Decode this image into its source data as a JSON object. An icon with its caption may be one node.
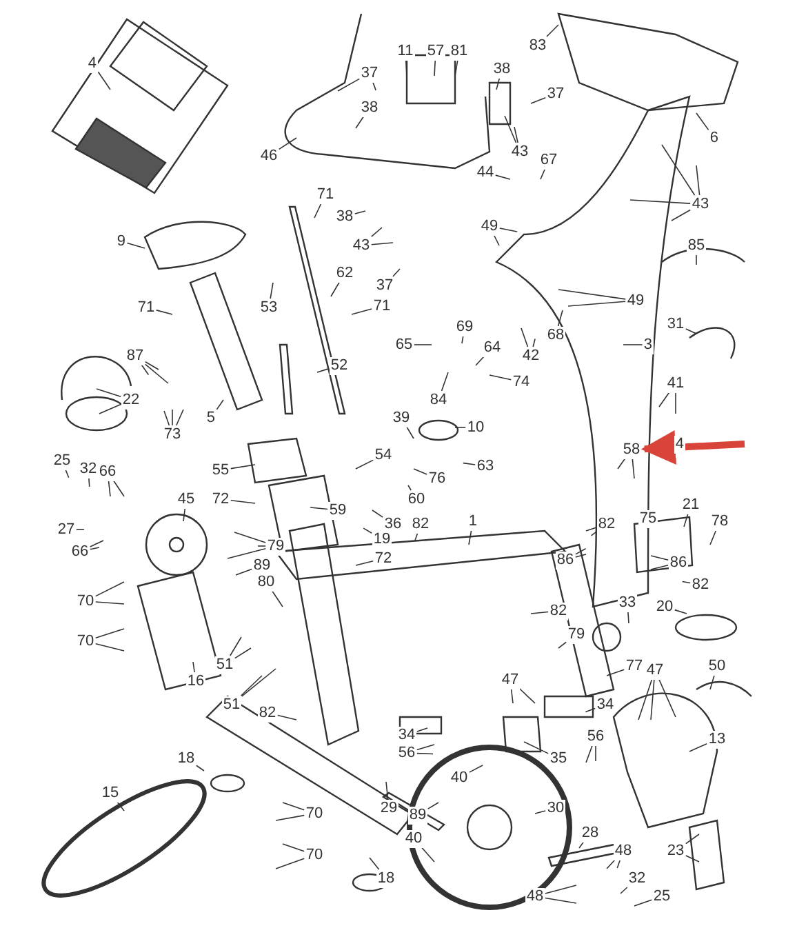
{
  "diagram": {
    "nodes": [
      {
        "text": [
          "4"
        ]
      },
      {
        "text": [
          "46"
        ]
      },
      {
        "text": [
          "37"
        ]
      },
      {
        "text": [
          "38"
        ]
      },
      {
        "text": [
          "11"
        ]
      },
      {
        "text": [
          "57"
        ]
      },
      {
        "text": [
          "81"
        ]
      },
      {
        "text": [
          "38"
        ]
      },
      {
        "text": [
          "37"
        ]
      },
      {
        "text": [
          "43"
        ]
      },
      {
        "text": [
          "83"
        ]
      },
      {
        "text": [
          "6"
        ]
      },
      {
        "text": [
          "43"
        ]
      },
      {
        "text": [
          "44"
        ]
      },
      {
        "text": [
          "67"
        ]
      },
      {
        "text": [
          "71"
        ]
      },
      {
        "text": [
          "38"
        ]
      },
      {
        "text": [
          "43"
        ]
      },
      {
        "text": [
          "37"
        ]
      },
      {
        "text": [
          "9"
        ]
      },
      {
        "text": [
          "62"
        ]
      },
      {
        "text": [
          "71"
        ]
      },
      {
        "text": [
          "53"
        ]
      },
      {
        "text": [
          "71"
        ]
      },
      {
        "text": [
          "49"
        ]
      },
      {
        "text": [
          "49"
        ]
      },
      {
        "text": [
          "68"
        ]
      },
      {
        "text": [
          "42"
        ]
      },
      {
        "text": [
          "85"
        ]
      },
      {
        "text": [
          "3"
        ]
      },
      {
        "text": [
          "31"
        ]
      },
      {
        "text": [
          "69"
        ]
      },
      {
        "text": [
          "65"
        ]
      },
      {
        "text": [
          "64"
        ]
      },
      {
        "text": [
          "74"
        ]
      },
      {
        "text": [
          "84"
        ]
      },
      {
        "text": [
          "87"
        ]
      },
      {
        "text": [
          "22"
        ]
      },
      {
        "text": [
          "5"
        ]
      },
      {
        "text": [
          "73"
        ]
      },
      {
        "text": [
          "52"
        ]
      },
      {
        "text": [
          "41"
        ]
      },
      {
        "text": [
          "10"
        ]
      },
      {
        "text": [
          "39"
        ]
      },
      {
        "text": [
          "58"
        ]
      },
      {
        "text": [
          "63"
        ]
      },
      {
        "text": [
          "76"
        ]
      },
      {
        "text": [
          "60"
        ]
      },
      {
        "text": [
          "54"
        ]
      },
      {
        "text": [
          "55"
        ]
      },
      {
        "text": [
          "72"
        ]
      },
      {
        "text": [
          "59"
        ]
      },
      {
        "text": [
          "25"
        ]
      },
      {
        "text": [
          "32"
        ]
      },
      {
        "text": [
          "66"
        ]
      },
      {
        "text": [
          "45"
        ]
      },
      {
        "text": [
          "27"
        ]
      },
      {
        "text": [
          "66"
        ]
      },
      {
        "text": [
          "79"
        ]
      },
      {
        "text": [
          "36"
        ]
      },
      {
        "text": [
          "19"
        ]
      },
      {
        "text": [
          "72"
        ]
      },
      {
        "text": [
          "82"
        ]
      },
      {
        "text": [
          "1"
        ]
      },
      {
        "text": [
          "82"
        ]
      },
      {
        "text": [
          "75"
        ]
      },
      {
        "text": [
          "21"
        ]
      },
      {
        "text": [
          "78"
        ]
      },
      {
        "text": [
          "86"
        ]
      },
      {
        "text": [
          "86"
        ]
      },
      {
        "text": [
          "82"
        ]
      },
      {
        "text": [
          "89"
        ]
      },
      {
        "text": [
          "80"
        ]
      },
      {
        "text": [
          "70"
        ]
      },
      {
        "text": [
          "70"
        ]
      },
      {
        "text": [
          "82"
        ]
      },
      {
        "text": [
          "33"
        ]
      },
      {
        "text": [
          "20"
        ]
      },
      {
        "text": [
          "79"
        ]
      },
      {
        "text": [
          "51"
        ]
      },
      {
        "text": [
          "16"
        ]
      },
      {
        "text": [
          "51"
        ]
      },
      {
        "text": [
          "82"
        ]
      },
      {
        "text": [
          "77"
        ]
      },
      {
        "text": [
          "47"
        ]
      },
      {
        "text": [
          "47"
        ]
      },
      {
        "text": [
          "50"
        ]
      },
      {
        "text": [
          "34"
        ]
      },
      {
        "text": [
          "34"
        ]
      },
      {
        "text": [
          "56"
        ]
      },
      {
        "text": [
          "56"
        ]
      },
      {
        "text": [
          "35"
        ]
      },
      {
        "text": [
          "13"
        ]
      },
      {
        "text": [
          "18"
        ]
      },
      {
        "text": [
          "40"
        ]
      },
      {
        "text": [
          "29"
        ]
      },
      {
        "text": [
          "89"
        ]
      },
      {
        "text": [
          "30"
        ]
      },
      {
        "text": [
          "28"
        ]
      },
      {
        "text": [
          "23"
        ]
      },
      {
        "text": [
          "48"
        ]
      },
      {
        "text": [
          "32"
        ]
      },
      {
        "text": [
          "25"
        ]
      },
      {
        "text": [
          "48"
        ]
      },
      {
        "text": [
          "40"
        ]
      },
      {
        "text": [
          "15"
        ]
      },
      {
        "text": [
          "70"
        ]
      },
      {
        "text": [
          "70"
        ]
      },
      {
        "text": [
          "18"
        ]
      }
    ],
    "edges": [
      {
        "from": 0,
        "to": null,
        "arrow": "none"
      },
      {
        "from": 1,
        "to": null,
        "arrow": "none"
      },
      {
        "from": 2,
        "to": null,
        "arrow": "none"
      },
      {
        "from": 2,
        "to": null,
        "arrow": "none"
      },
      {
        "from": 3,
        "to": null,
        "arrow": "none"
      },
      {
        "from": 4,
        "to": null,
        "arrow": "none"
      },
      {
        "from": 5,
        "to": null,
        "arrow": "none"
      },
      {
        "from": 6,
        "to": null,
        "arrow": "none"
      },
      {
        "from": 7,
        "to": null,
        "arrow": "none"
      },
      {
        "from": 8,
        "to": null,
        "arrow": "none"
      },
      {
        "from": 9,
        "to": null,
        "arrow": "none"
      },
      {
        "from": 9,
        "to": null,
        "arrow": "none"
      },
      {
        "from": 10,
        "to": null,
        "arrow": "none"
      },
      {
        "from": 11,
        "to": null,
        "arrow": "none"
      },
      {
        "from": 12,
        "to": null,
        "arrow": "none"
      },
      {
        "from": 12,
        "to": null,
        "arrow": "none"
      },
      {
        "from": 12,
        "to": null,
        "arrow": "none"
      },
      {
        "from": 12,
        "to": null,
        "arrow": "none"
      },
      {
        "from": 13,
        "to": null,
        "arrow": "none"
      },
      {
        "from": 14,
        "to": null,
        "arrow": "none"
      },
      {
        "from": 15,
        "to": null,
        "arrow": "none"
      },
      {
        "from": 16,
        "to": null,
        "arrow": "none"
      },
      {
        "from": 17,
        "to": null,
        "arrow": "none"
      },
      {
        "from": 17,
        "to": null,
        "arrow": "none"
      },
      {
        "from": 18,
        "to": null,
        "arrow": "none"
      },
      {
        "from": 19,
        "to": null,
        "arrow": "none"
      },
      {
        "from": 20,
        "to": null,
        "arrow": "none"
      },
      {
        "from": 21,
        "to": null,
        "arrow": "none"
      },
      {
        "from": 22,
        "to": null,
        "arrow": "none"
      },
      {
        "from": 23,
        "to": null,
        "arrow": "none"
      },
      {
        "from": 24,
        "to": null,
        "arrow": "none"
      },
      {
        "from": 24,
        "to": null,
        "arrow": "none"
      },
      {
        "from": 25,
        "to": null,
        "arrow": "none"
      },
      {
        "from": 25,
        "to": null,
        "arrow": "none"
      },
      {
        "from": 26,
        "to": null,
        "arrow": "none"
      },
      {
        "from": 27,
        "to": null,
        "arrow": "none"
      },
      {
        "from": 27,
        "to": null,
        "arrow": "none"
      },
      {
        "from": 28,
        "to": null,
        "arrow": "none"
      },
      {
        "from": 29,
        "to": null,
        "arrow": "none"
      },
      {
        "from": 30,
        "to": null,
        "arrow": "none"
      },
      {
        "from": 31,
        "to": null,
        "arrow": "none"
      },
      {
        "from": 32,
        "to": null,
        "arrow": "none"
      },
      {
        "from": 33,
        "to": null,
        "arrow": "none"
      },
      {
        "from": 34,
        "to": null,
        "arrow": "none"
      },
      {
        "from": 35,
        "to": null,
        "arrow": "none"
      },
      {
        "from": 36,
        "to": null,
        "arrow": "none"
      },
      {
        "from": 36,
        "to": null,
        "arrow": "none"
      },
      {
        "from": 36,
        "to": null,
        "arrow": "none"
      },
      {
        "from": 37,
        "to": null,
        "arrow": "none"
      },
      {
        "from": 37,
        "to": null,
        "arrow": "none"
      },
      {
        "from": 38,
        "to": null,
        "arrow": "none"
      },
      {
        "from": 39,
        "to": null,
        "arrow": "none"
      },
      {
        "from": 39,
        "to": null,
        "arrow": "none"
      },
      {
        "from": 39,
        "to": null,
        "arrow": "none"
      },
      {
        "from": 40,
        "to": null,
        "arrow": "none"
      },
      {
        "from": 41,
        "to": null,
        "arrow": "none"
      },
      {
        "from": 41,
        "to": null,
        "arrow": "none"
      },
      {
        "from": 42,
        "to": null,
        "arrow": "none"
      },
      {
        "from": 43,
        "to": null,
        "arrow": "none"
      },
      {
        "from": 44,
        "to": null,
        "arrow": "none"
      },
      {
        "from": 44,
        "to": null,
        "arrow": "none"
      },
      {
        "from": 45,
        "to": null,
        "arrow": "none"
      },
      {
        "from": 46,
        "to": null,
        "arrow": "none"
      },
      {
        "from": 47,
        "to": null,
        "arrow": "none"
      },
      {
        "from": 48,
        "to": null,
        "arrow": "none"
      },
      {
        "from": 49,
        "to": null,
        "arrow": "none"
      },
      {
        "from": 50,
        "to": null,
        "arrow": "none"
      },
      {
        "from": 51,
        "to": null,
        "arrow": "none"
      },
      {
        "from": 52,
        "to": null,
        "arrow": "none"
      },
      {
        "from": 53,
        "to": null,
        "arrow": "none"
      },
      {
        "from": 54,
        "to": null,
        "arrow": "none"
      },
      {
        "from": 54,
        "to": null,
        "arrow": "none"
      },
      {
        "from": 55,
        "to": null,
        "arrow": "none"
      },
      {
        "from": 56,
        "to": null,
        "arrow": "none"
      },
      {
        "from": 57,
        "to": null,
        "arrow": "none"
      },
      {
        "from": 57,
        "to": null,
        "arrow": "none"
      },
      {
        "from": 58,
        "to": null,
        "arrow": "none"
      },
      {
        "from": 58,
        "to": null,
        "arrow": "none"
      },
      {
        "from": 58,
        "to": null,
        "arrow": "none"
      },
      {
        "from": 59,
        "to": null,
        "arrow": "none"
      },
      {
        "from": 60,
        "to": null,
        "arrow": "none"
      },
      {
        "from": 61,
        "to": null,
        "arrow": "none"
      },
      {
        "from": 62,
        "to": null,
        "arrow": "none"
      },
      {
        "from": 63,
        "to": null,
        "arrow": "none"
      },
      {
        "from": 64,
        "to": null,
        "arrow": "none"
      },
      {
        "from": 64,
        "to": null,
        "arrow": "none"
      },
      {
        "from": 65,
        "to": null,
        "arrow": "none"
      },
      {
        "from": 66,
        "to": null,
        "arrow": "none"
      },
      {
        "from": 67,
        "to": null,
        "arrow": "none"
      },
      {
        "from": 68,
        "to": null,
        "arrow": "none"
      },
      {
        "from": 68,
        "to": null,
        "arrow": "none"
      },
      {
        "from": 69,
        "to": null,
        "arrow": "none"
      },
      {
        "from": 69,
        "to": null,
        "arrow": "none"
      },
      {
        "from": 70,
        "to": null,
        "arrow": "none"
      },
      {
        "from": 71,
        "to": null,
        "arrow": "none"
      },
      {
        "from": 72,
        "to": null,
        "arrow": "none"
      },
      {
        "from": 73,
        "to": null,
        "arrow": "none"
      },
      {
        "from": 73,
        "to": null,
        "arrow": "none"
      },
      {
        "from": 74,
        "to": null,
        "arrow": "none"
      },
      {
        "from": 74,
        "to": null,
        "arrow": "none"
      },
      {
        "from": 75,
        "to": null,
        "arrow": "none"
      },
      {
        "from": 76,
        "to": null,
        "arrow": "none"
      },
      {
        "from": 77,
        "to": null,
        "arrow": "none"
      },
      {
        "from": 78,
        "to": null,
        "arrow": "none"
      },
      {
        "from": 79,
        "to": null,
        "arrow": "none"
      },
      {
        "from": 79,
        "to": null,
        "arrow": "none"
      },
      {
        "from": 80,
        "to": null,
        "arrow": "none"
      },
      {
        "from": 81,
        "to": null,
        "arrow": "none"
      },
      {
        "from": 81,
        "to": null,
        "arrow": "none"
      },
      {
        "from": 82,
        "to": null,
        "arrow": "none"
      },
      {
        "from": 83,
        "to": null,
        "arrow": "none"
      },
      {
        "from": 84,
        "to": null,
        "arrow": "none"
      },
      {
        "from": 84,
        "to": null,
        "arrow": "none"
      },
      {
        "from": 85,
        "to": null,
        "arrow": "none"
      },
      {
        "from": 85,
        "to": null,
        "arrow": "none"
      },
      {
        "from": 85,
        "to": null,
        "arrow": "none"
      },
      {
        "from": 86,
        "to": null,
        "arrow": "none"
      },
      {
        "from": 87,
        "to": null,
        "arrow": "none"
      },
      {
        "from": 88,
        "to": null,
        "arrow": "none"
      },
      {
        "from": 89,
        "to": null,
        "arrow": "none"
      },
      {
        "from": 89,
        "to": null,
        "arrow": "none"
      },
      {
        "from": 90,
        "to": null,
        "arrow": "none"
      },
      {
        "from": 90,
        "to": null,
        "arrow": "none"
      },
      {
        "from": 91,
        "to": null,
        "arrow": "none"
      },
      {
        "from": 92,
        "to": null,
        "arrow": "none"
      },
      {
        "from": 93,
        "to": null,
        "arrow": "none"
      },
      {
        "from": 94,
        "to": null,
        "arrow": "none"
      },
      {
        "from": 95,
        "to": null,
        "arrow": "none"
      },
      {
        "from": 96,
        "to": null,
        "arrow": "none"
      },
      {
        "from": 97,
        "to": null,
        "arrow": "none"
      },
      {
        "from": 98,
        "to": null,
        "arrow": "none"
      },
      {
        "from": 99,
        "to": null,
        "arrow": "none"
      },
      {
        "from": 99,
        "to": null,
        "arrow": "none"
      },
      {
        "from": 100,
        "to": null,
        "arrow": "none"
      },
      {
        "from": 100,
        "to": null,
        "arrow": "none"
      },
      {
        "from": 101,
        "to": null,
        "arrow": "none"
      },
      {
        "from": 102,
        "to": null,
        "arrow": "none"
      },
      {
        "from": 103,
        "to": null,
        "arrow": "none"
      },
      {
        "from": 103,
        "to": null,
        "arrow": "none"
      },
      {
        "from": 104,
        "to": null,
        "arrow": "none"
      },
      {
        "from": 105,
        "to": null,
        "arrow": "none"
      },
      {
        "from": 106,
        "to": null,
        "arrow": "none"
      },
      {
        "from": 106,
        "to": null,
        "arrow": "none"
      },
      {
        "from": 107,
        "to": null,
        "arrow": "none"
      },
      {
        "from": 107,
        "to": null,
        "arrow": "none"
      },
      {
        "from": 108,
        "to": null,
        "arrow": "none"
      },
      {
        "from": null,
        "to": 44,
        "arrow": "to",
        "style": "thick",
        "color": "#d9443a"
      }
    ],
    "labels": [
      "4"
    ]
  }
}
